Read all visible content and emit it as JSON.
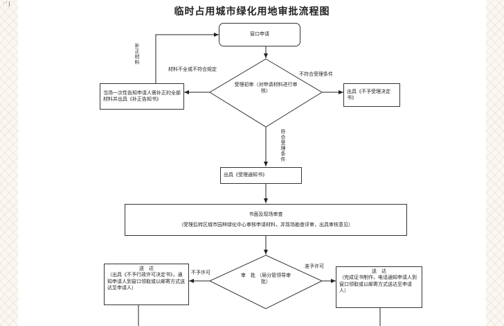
{
  "corner_mark": "· ' J",
  "title": "临时占用城市绿化用地审批流程图",
  "nodes": {
    "window_apply": "窗口申请",
    "accept_review": "受理初审（对申请材料进行审核）",
    "reject_notice": "出具《不予受理决定书》",
    "supplement_notice": "当场一次性告知申请人需补正的全部材料并出具《补正告知书》",
    "accept_notice": "出具《受理通知书》",
    "site_review_title": "书面及现场审查",
    "site_review_desc": "（受理后转区城市园林绿化中心审核申请材料，并现场勘查评审，出具审核意见）",
    "approval_title": "审　批",
    "approval_desc": "（局分管领导审批）",
    "deny_title": "送　达",
    "deny_desc": "（出具《不予行政许可决定书》，通知申请人到窗口领取或以邮寄方式送达至申请人）",
    "grant_title": "送　达",
    "grant_desc": "（完成证书制作，电话通知申请人到窗口领取或以邮寄方式送达至申请人）"
  },
  "edge_labels": {
    "supplement": "补正材料",
    "incomplete": "材料不全或不符合规定",
    "not_meet": "不符合受理条件",
    "meets": "符合受理条件",
    "not_permit": "不予许可",
    "permit": "准予许可"
  }
}
